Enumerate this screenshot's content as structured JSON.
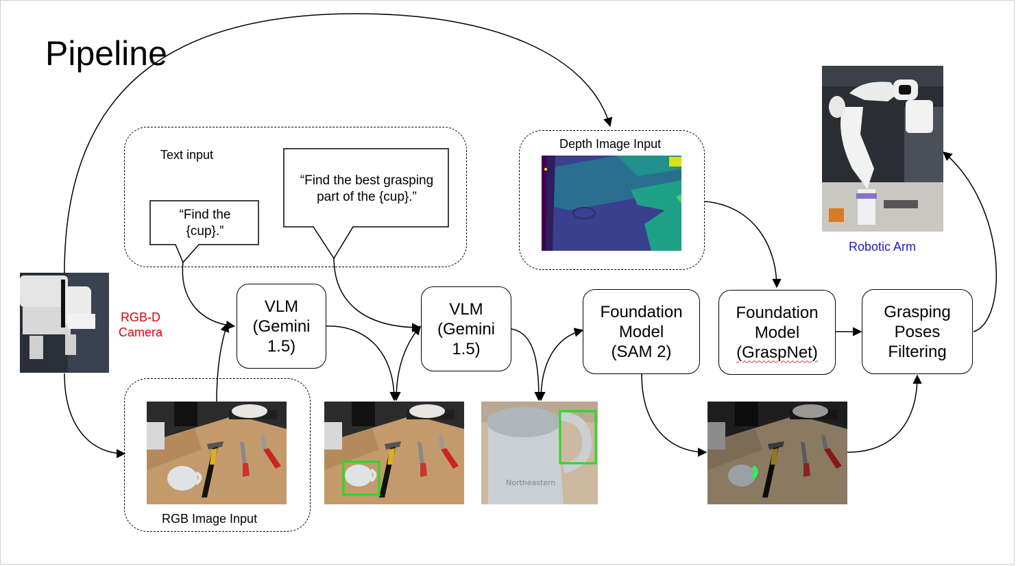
{
  "title": "Pipeline",
  "colors": {
    "camera_label": "#e00000",
    "arm_label": "#1a1acc",
    "bbox": "#22dd22",
    "mask": "#33ee55"
  },
  "text_input": {
    "label": "Text input",
    "prompt_1": "“Find the\n{cup}.”",
    "prompt_2": "“Find the best grasping\npart of the {cup}.”"
  },
  "depth_input": {
    "label": "Depth Image Input"
  },
  "rgb_input": {
    "label": "RGB Image Input"
  },
  "camera": {
    "label": "RGB-D\nCamera"
  },
  "robot": {
    "label": "Robotic Arm"
  },
  "nodes": {
    "vlm_1": "VLM\n(Gemini\n1.5)",
    "vlm_2": "VLM\n(Gemini\n1.5)",
    "sam_line1": "Foundation\nModel\n(SAM 2)",
    "grasp_line1": "Foundation\nModel\n",
    "grasp_line2": "(GraspNet)",
    "filter": "Grasping\nPoses\nFiltering"
  }
}
